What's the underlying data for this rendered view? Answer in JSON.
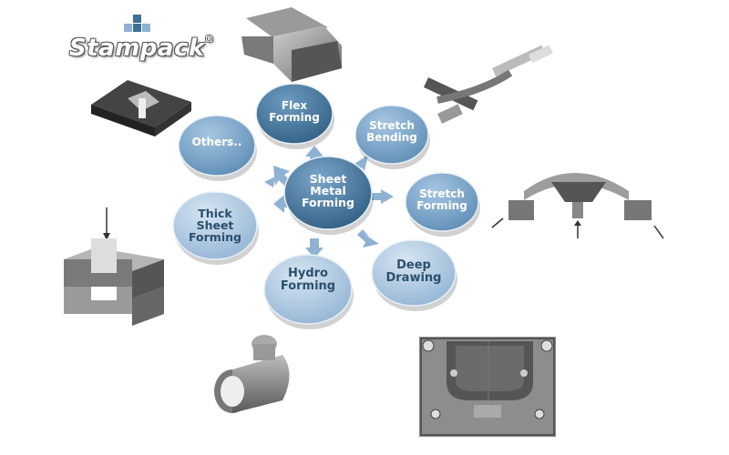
{
  "logo": {
    "brand": "Stampack",
    "reg": "®"
  },
  "center": {
    "label": "Sheet\nMetal\nForming"
  },
  "nodes": [
    {
      "key": "flex",
      "label": "Flex\nForming"
    },
    {
      "key": "stretch-bending",
      "label": "Stretch\nBending"
    },
    {
      "key": "stretch-forming",
      "label": "Stretch\nForming"
    },
    {
      "key": "deep-drawing",
      "label": "Deep\nDrawing"
    },
    {
      "key": "hydro",
      "label": "Hydro\nForming"
    },
    {
      "key": "thick-sheet",
      "label": "Thick\nSheet\nForming"
    },
    {
      "key": "others",
      "label": "Others.."
    }
  ],
  "colors": {
    "dark_blue": "#3f6f93",
    "mid_blue": "#6f9cc2",
    "light_blue": "#a7c4dd",
    "arrow": "#8fb2d3",
    "part_grey": "#8a8a8a"
  }
}
